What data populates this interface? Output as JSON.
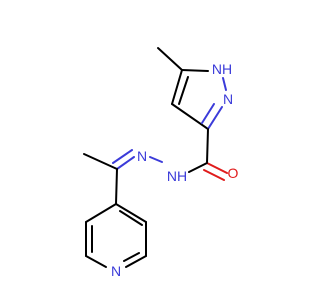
{
  "atoms": {
    "pyrazole_nh": "NH",
    "pyrazole_n": "N",
    "hydrazone_n": "N",
    "amide_nh": "NH",
    "oxygen": "O",
    "pyridine_n": "N"
  },
  "colors": {
    "nitrogen": "#3b3bd9",
    "oxygen": "#e01b1b",
    "carbon_bond": "#000000",
    "background": "#ffffff"
  }
}
